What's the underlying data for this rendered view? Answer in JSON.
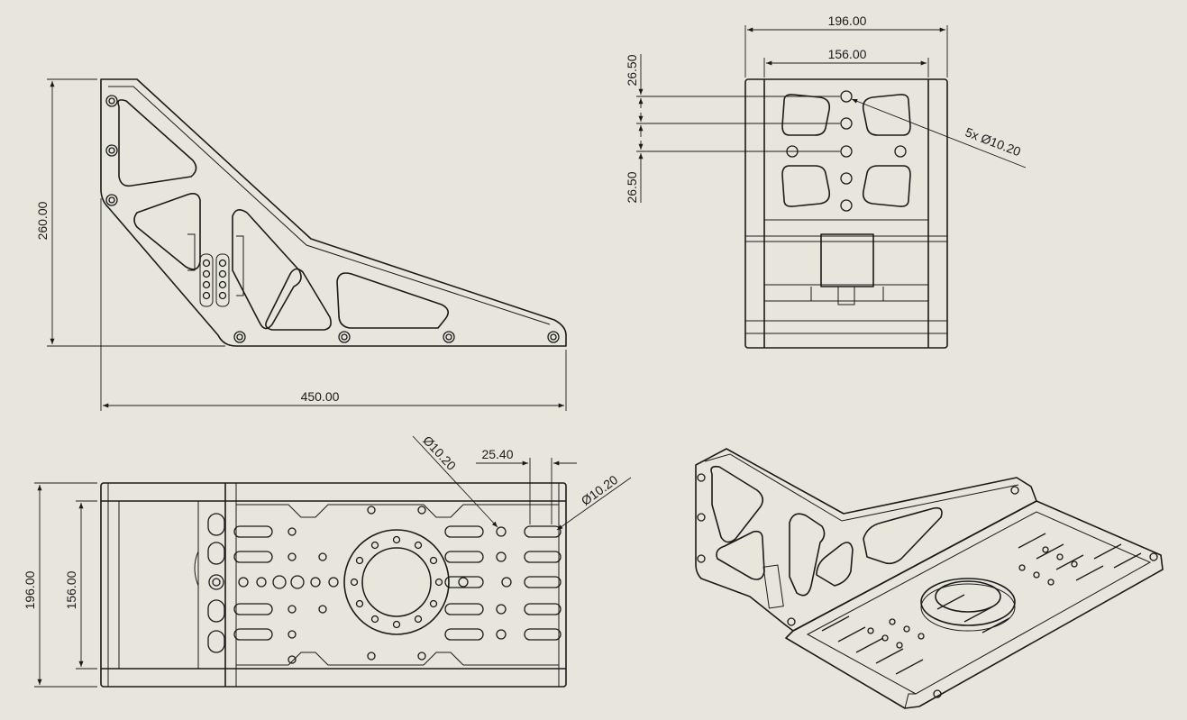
{
  "colors": {
    "background": "#e8e6dc",
    "line": "#1a1a1a"
  },
  "side_view": {
    "height_dim": "260.00",
    "width_dim": "450.00"
  },
  "front_view": {
    "outer_width_dim": "196.00",
    "inner_width_dim": "156.00",
    "spacing_top_dim": "26.50",
    "spacing_bottom_dim": "26.50",
    "hole_callout": "5x Ø10.20"
  },
  "top_view": {
    "outer_height_dim": "196.00",
    "inner_height_dim": "156.00",
    "pitch_dim": "25.40",
    "hole_dia_a": "Ø10.20",
    "hole_dia_b": "Ø10.20"
  },
  "iso_view": {
    "label": ""
  }
}
